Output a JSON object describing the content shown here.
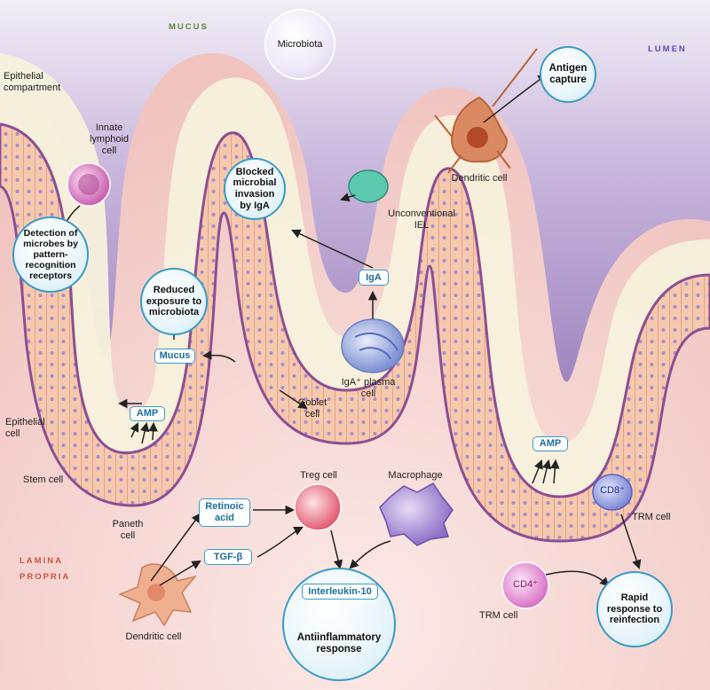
{
  "regions": {
    "mucus": "MUCUS",
    "lumen": "LUMEN",
    "lamina_propria_1": "LAMINA",
    "lamina_propria_2": "PROPRIA"
  },
  "bubbles": {
    "microbiota": "Microbiota",
    "antigen_capture": "Antigen capture",
    "blocked_invasion": "Blocked microbial invasion by IgA",
    "detection": "Detection of microbes by pattern-recognition receptors",
    "reduced_exposure": "Reduced exposure to microbiota",
    "interleukin_response": "Antiinflammatory response",
    "rapid_response": "Rapid response to reinfection"
  },
  "boxes": {
    "iga": "IgA",
    "mucus": "Mucus",
    "amp_left": "AMP",
    "amp_right": "AMP",
    "retinoic_acid": "Retinoic acid",
    "tgf_beta": "TGF-β",
    "interleukin_10": "Interleukin-10"
  },
  "labels": {
    "epithelial_compartment": "Epithelial compartment",
    "innate_lymphoid": "Innate lymphoid cell",
    "dendritic_cell_top": "Dendritic cell",
    "unconventional_iel": "Unconventional IEL",
    "iga_plasma_cell": "IgA⁺ plasma cell",
    "goblet_cell": "Goblet cell",
    "epithelial_cell": "Epithelial cell",
    "stem_cell": "Stem cell",
    "paneth_cell": "Paneth cell",
    "treg_cell": "Treg cell",
    "macrophage": "Macrophage",
    "dendritic_cell_bottom": "Dendritic cell",
    "cd8": "CD8⁺",
    "trm_cell_right": "TRM cell",
    "cd4": "CD4⁺",
    "trm_cell_bottom": "TRM cell"
  },
  "colors": {
    "box_border": "#3a9bc4",
    "box_text": "#1b6e9a",
    "lumen": "#b7a2cd",
    "mucus": "#f6f1dc",
    "lamina": "#f6d9d6",
    "epithelium": "#f5cbb3",
    "region_text": "#5b8a3a"
  }
}
